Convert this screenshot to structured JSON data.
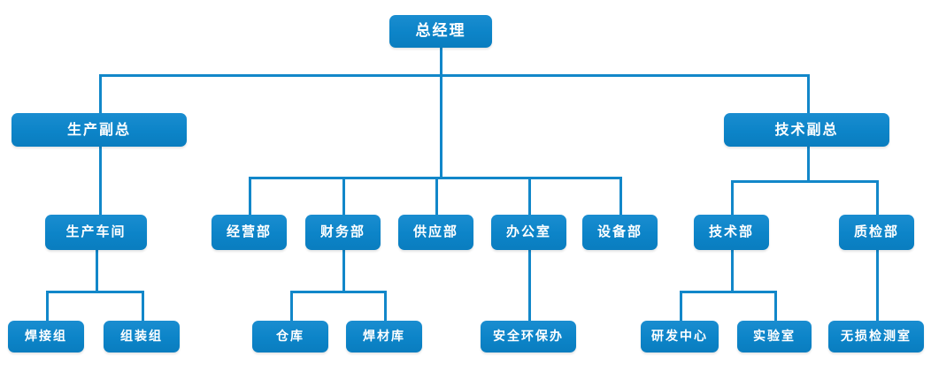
{
  "chart": {
    "type": "org-chart",
    "title": "",
    "accent_color": "#0e87cc",
    "line_color": "#1287c9",
    "text_color": "#ffffff",
    "background": "#ffffff",
    "levels": 4,
    "nodes": {
      "general_manager": "总经理",
      "production_vp": "生产副总",
      "technical_vp": "技术副总",
      "production_workshop": "生产车间",
      "business_dept": "经营部",
      "finance_dept": "财务部",
      "supply_dept": "供应部",
      "office": "办公室",
      "equipment_dept": "设备部",
      "technology_dept": "技术部",
      "quality_dept": "质检部",
      "welding_group": "焊接组",
      "assembly_group": "组装组",
      "warehouse": "仓库",
      "welding_material_warehouse": "焊材库",
      "safety_env_office": "安全环保办",
      "rd_center": "研发中心",
      "laboratory": "实验室",
      "ndt_room": "无损检测室"
    },
    "hierarchy": [
      {
        "id": "general_manager",
        "label": "总经理",
        "level": 1,
        "children": [
          {
            "id": "production_vp",
            "label": "生产副总",
            "level": 2,
            "children": [
              {
                "id": "production_workshop",
                "label": "生产车间",
                "level": 3,
                "children": [
                  {
                    "id": "welding_group",
                    "label": "焊接组",
                    "level": 4
                  },
                  {
                    "id": "assembly_group",
                    "label": "组装组",
                    "level": 4
                  }
                ]
              }
            ]
          },
          {
            "id": "business_dept",
            "label": "经营部",
            "level": 3,
            "children": []
          },
          {
            "id": "finance_dept",
            "label": "财务部",
            "level": 3,
            "children": [
              {
                "id": "warehouse",
                "label": "仓库",
                "level": 4
              },
              {
                "id": "welding_material_warehouse",
                "label": "焊材库",
                "level": 4
              }
            ]
          },
          {
            "id": "supply_dept",
            "label": "供应部",
            "level": 3,
            "children": []
          },
          {
            "id": "office",
            "label": "办公室",
            "level": 3,
            "children": [
              {
                "id": "safety_env_office",
                "label": "安全环保办",
                "level": 4
              }
            ]
          },
          {
            "id": "equipment_dept",
            "label": "设备部",
            "level": 3,
            "children": []
          },
          {
            "id": "technical_vp",
            "label": "技术副总",
            "level": 2,
            "children": [
              {
                "id": "technology_dept",
                "label": "技术部",
                "level": 3,
                "children": [
                  {
                    "id": "rd_center",
                    "label": "研发中心",
                    "level": 4
                  },
                  {
                    "id": "laboratory",
                    "label": "实验室",
                    "level": 4
                  }
                ]
              },
              {
                "id": "quality_dept",
                "label": "质检部",
                "level": 3,
                "children": [
                  {
                    "id": "ndt_room",
                    "label": "无损检测室",
                    "level": 4
                  }
                ]
              }
            ]
          }
        ]
      }
    ]
  }
}
